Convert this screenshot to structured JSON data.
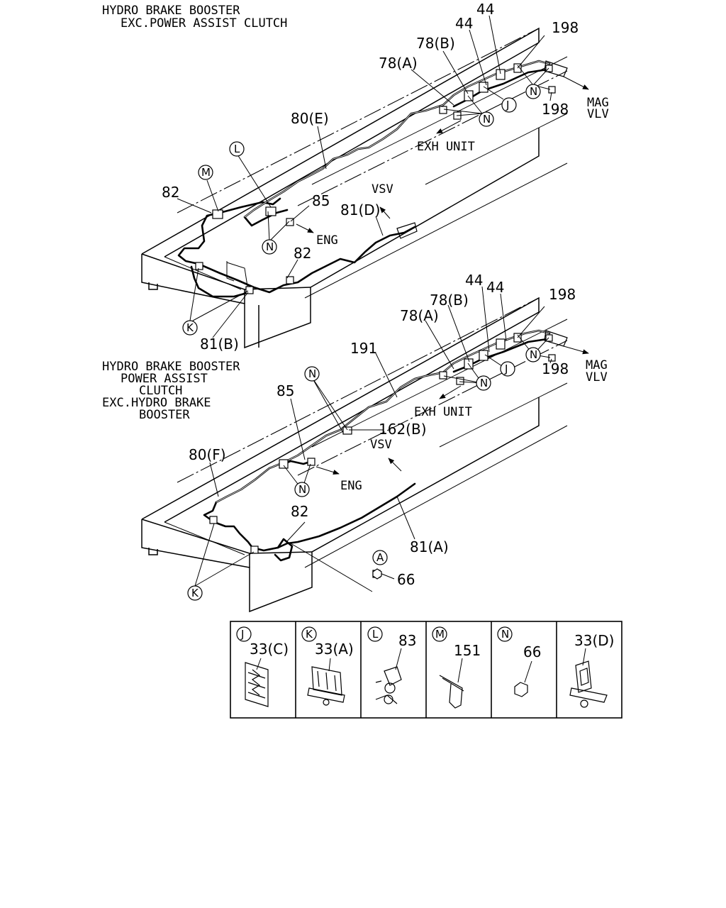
{
  "top_section": {
    "title_line1": "HYDRO BRAKE BOOSTER",
    "title_line2": "EXC.POWER ASSIST CLUTCH",
    "callouts": {
      "c44a": "44",
      "c44b": "44",
      "c198a": "198",
      "c198b": "198",
      "c78b": "78(B)",
      "c78a": "78(A)",
      "c80e": "80(E)",
      "c82a": "82",
      "c85": "85",
      "c81d": "81(D)",
      "c82b": "82",
      "c81b": "81(B)"
    },
    "directions": {
      "mag": "MAG",
      "vlv": "VLV",
      "exh": "EXH UNIT",
      "eng": "ENG",
      "vsv": "VSV"
    },
    "markers": {
      "N1": "N",
      "N2": "N",
      "N3": "N",
      "J": "J",
      "L": "L",
      "M": "M",
      "K": "K"
    }
  },
  "bottom_section": {
    "title_line1": "HYDRO BRAKE BOOSTER",
    "title_line2": "POWER ASSIST",
    "title_line3": "CLUTCH",
    "title_line4": "EXC.HYDRO BRAKE",
    "title_line5": "BOOSTER",
    "callouts": {
      "c44a": "44",
      "c44b": "44",
      "c198a": "198",
      "c198b": "198",
      "c78b": "78(B)",
      "c78a": "78(A)",
      "c191": "191",
      "c162b": "162(B)",
      "c85": "85",
      "c80f": "80(F)",
      "c82": "82",
      "c81a": "81(A)",
      "c66": "66"
    },
    "directions": {
      "mag": "MAG",
      "vlv": "VLV",
      "exh": "EXH UNIT",
      "eng": "ENG",
      "vsv": "VSV"
    },
    "markers": {
      "N1": "N",
      "N2": "N",
      "N3": "N",
      "N4": "N",
      "J": "J",
      "K": "K",
      "A": "A"
    }
  },
  "legend": [
    {
      "key": "J",
      "part": "33(C)"
    },
    {
      "key": "K",
      "part": "33(A)"
    },
    {
      "key": "L",
      "part": "83"
    },
    {
      "key": "M",
      "part": "151"
    },
    {
      "key": "N",
      "part": "66"
    },
    {
      "key": "N",
      "part": "33(D)"
    }
  ]
}
